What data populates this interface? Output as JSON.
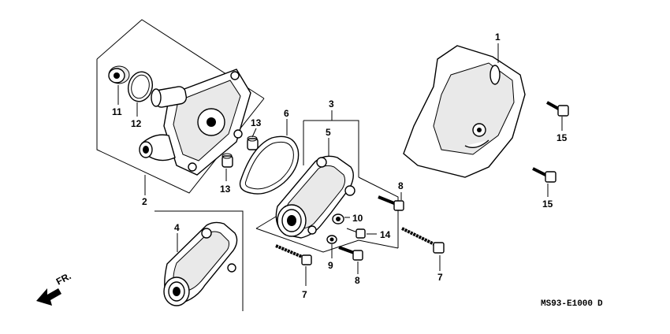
{
  "diagram": {
    "callouts": [
      {
        "id": "c1",
        "label": "1"
      },
      {
        "id": "c2",
        "label": "2"
      },
      {
        "id": "c3",
        "label": "3"
      },
      {
        "id": "c4",
        "label": "4"
      },
      {
        "id": "c5",
        "label": "5"
      },
      {
        "id": "c6",
        "label": "6"
      },
      {
        "id": "c7a",
        "label": "7"
      },
      {
        "id": "c7b",
        "label": "7"
      },
      {
        "id": "c8a",
        "label": "8"
      },
      {
        "id": "c8b",
        "label": "8"
      },
      {
        "id": "c9",
        "label": "9"
      },
      {
        "id": "c10",
        "label": "10"
      },
      {
        "id": "c11",
        "label": "11"
      },
      {
        "id": "c12",
        "label": "12"
      },
      {
        "id": "c13a",
        "label": "13"
      },
      {
        "id": "c13b",
        "label": "13"
      },
      {
        "id": "c14",
        "label": "14"
      },
      {
        "id": "c15a",
        "label": "15"
      },
      {
        "id": "c15b",
        "label": "15"
      }
    ],
    "front_indicator": "FR.",
    "diagram_code": "MS93-E1000",
    "revision": "D"
  }
}
